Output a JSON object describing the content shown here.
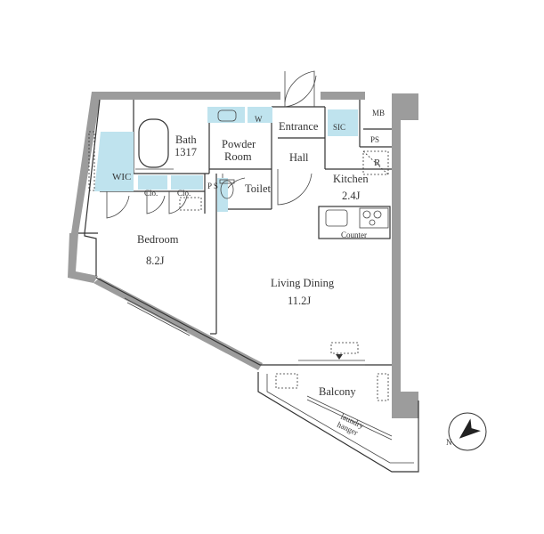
{
  "rooms": {
    "mb": "MB",
    "entrance": "Entrance",
    "sic": "SIC",
    "ps_top": "PS",
    "w": "W",
    "bath": "Bath",
    "bath_size": "1317",
    "powder_room_1": "Powder",
    "powder_room_2": "Room",
    "hall": "Hall",
    "r": "R",
    "wic": "WIC",
    "clo_1": "Clo.",
    "clo_2": "Clo.",
    "ps_mid": "P S",
    "toilet": "Toilet",
    "kitchen": "Kitchen",
    "kitchen_size": "2.4J",
    "counter": "Counter",
    "bedroom": "Bedroom",
    "bedroom_size": "8.2J",
    "living_dining": "Living Dining",
    "living_dining_size": "11.2J",
    "balcony": "Balcony",
    "laundry_1": "laundry",
    "laundry_2": "hanger"
  },
  "colors": {
    "wall": "#9c9c9c",
    "storage_blue": "#bfe3ee",
    "line": "#333333"
  },
  "icons": {
    "compass": "north-arrow-icon"
  }
}
